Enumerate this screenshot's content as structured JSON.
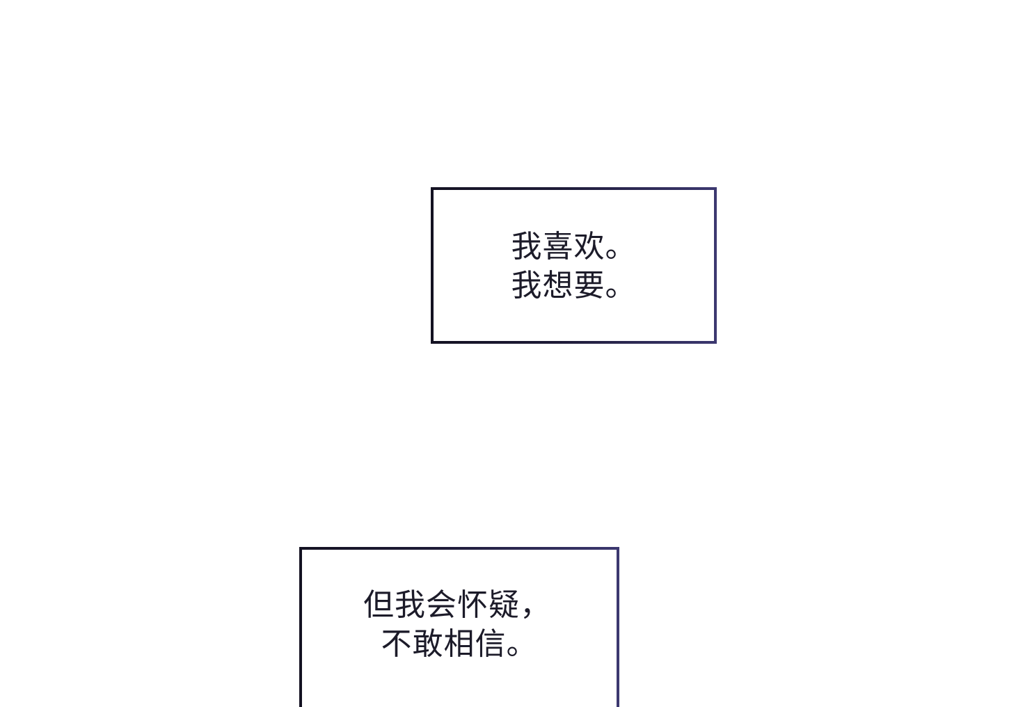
{
  "panel": {
    "background": "#ffffff",
    "border_color_left": "#141222",
    "border_color_right": "#3c3870",
    "text_color": "#1c1b29"
  },
  "captions": [
    {
      "lines": [
        "我喜欢。",
        "我想要。"
      ]
    },
    {
      "lines": [
        "但我会怀疑，",
        "不敢相信。"
      ]
    }
  ]
}
